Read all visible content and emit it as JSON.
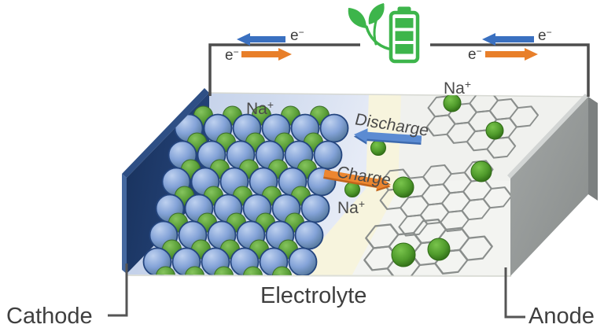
{
  "diagram": {
    "title_labels": {
      "cathode": "Cathode",
      "anode": "Anode",
      "electrolyte": "Electrolyte"
    },
    "process_labels": {
      "discharge": "Discharge",
      "charge": "Charge"
    },
    "ion_label": {
      "symbol": "Na",
      "charge": "+"
    },
    "electron_label": {
      "symbol": "e",
      "charge": "−"
    },
    "icons": [
      "battery-icon",
      "plant-icon"
    ],
    "colors": {
      "battery_green": "#3db54b",
      "discharge_blue": "#5b8bd2",
      "charge_orange": "#ec8630",
      "wire_gray": "#4d4d4d",
      "cathode_navy": "#1e3a68",
      "anode_gray": "#989c9b",
      "sodium_ion_green": "#54a032",
      "metal_sphere_blue": "#7f9fd2",
      "electrolyte_blue_zone": "#cdd9ee",
      "separator_yellow_zone": "#f7f4dd",
      "anode_zone_gray": "#f0f1ef"
    }
  }
}
